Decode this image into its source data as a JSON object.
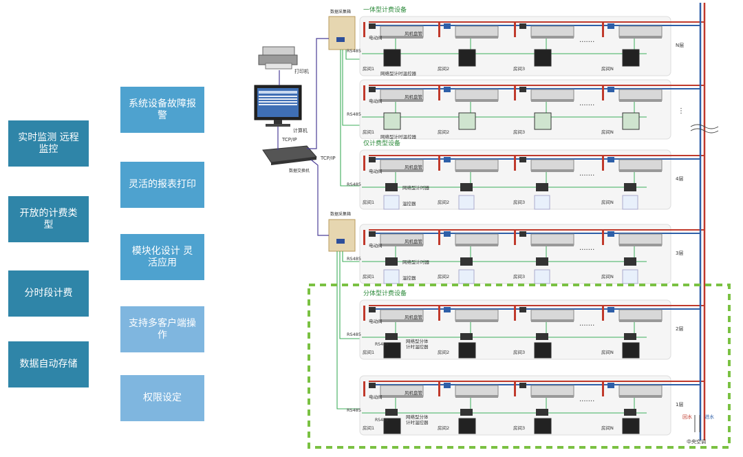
{
  "features_left": [
    "实时监测 远程监控",
    "开放的计费类型",
    "分时段计费",
    "数据自动存储"
  ],
  "features_mid": [
    "系统设备故障报警",
    "灵活的报表打印",
    "模块化设计 灵活应用",
    "支持多客户端操作",
    "权限设定"
  ],
  "devices": {
    "collector": "数据采集箱",
    "printer": "打印机",
    "computer": "计算机",
    "switch": "数据交换机",
    "tcpip": "TCP/IP",
    "rs485": "RS485"
  },
  "groups": {
    "integrated": "一体型计费设备",
    "meter_only": "仅计费型设备",
    "split": "分体型计费设备"
  },
  "labels": {
    "valve": "电动阀",
    "fan_coil": "风机盘管",
    "net_thermostat": "网络型计时温控器",
    "net_timer": "网络型计时器",
    "thermostat": "温控器",
    "split_thermostat": "网络型分体\n计时温控器",
    "ellipsis": "·······",
    "rooms": [
      "房间1",
      "房间2",
      "房间3",
      "房间N"
    ]
  },
  "floors": [
    "N层",
    "4层",
    "3层",
    "2层",
    "1层"
  ],
  "pipes": {
    "return": "回水",
    "supply": "进水",
    "ac": "中央空调"
  },
  "colors": {
    "dark_box": "#2f85a8",
    "light_box": "#4ea2cf",
    "pale_box": "#7fb6df",
    "signal_green": "#3cae5a",
    "network_purple": "#4a3d96",
    "return_red": "#c0392b",
    "supply_blue": "#2e5fa8",
    "highlight_dashed": "#7ac142"
  }
}
